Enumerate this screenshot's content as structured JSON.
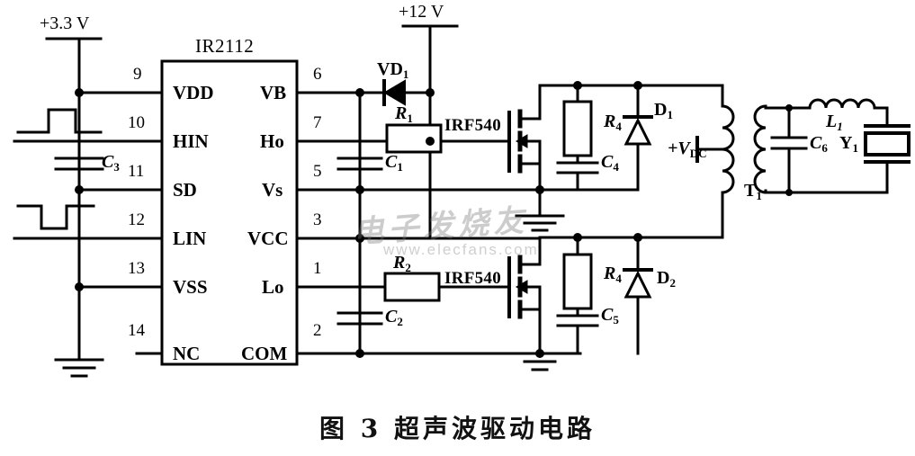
{
  "figure": {
    "caption": "图 3   超声波驱动电路",
    "title_cn": "超声波驱动电路",
    "number": "图 3"
  },
  "watermark": {
    "text_cn": "电子发烧友",
    "url": "www.elecfans.com"
  },
  "ic": {
    "name": "IR2112",
    "left_pins": [
      {
        "number": "9",
        "label": "VDD"
      },
      {
        "number": "10",
        "label": "HIN"
      },
      {
        "number": "11",
        "label": "SD"
      },
      {
        "number": "12",
        "label": "LIN"
      },
      {
        "number": "13",
        "label": "VSS"
      },
      {
        "number": "14",
        "label": "NC"
      }
    ],
    "right_pins": [
      {
        "number": "6",
        "label": "VB"
      },
      {
        "number": "7",
        "label": "Ho"
      },
      {
        "number": "5",
        "label": "Vs"
      },
      {
        "number": "3",
        "label": "VCC"
      },
      {
        "number": "1",
        "label": "Lo"
      },
      {
        "number": "2",
        "label": "COM"
      }
    ]
  },
  "rails": {
    "supply_33": "+3.3 V",
    "supply_12": "+12 V",
    "vdc": "+V",
    "vdc_sub": "DC"
  },
  "components": {
    "c3": "C",
    "c3_sub": "3",
    "c1": "C",
    "c1_sub": "1",
    "c2": "C",
    "c2_sub": "2",
    "c4": "C",
    "c4_sub": "4",
    "c5": "C",
    "c5_sub": "5",
    "c6": "C",
    "c6_sub": "6",
    "r1": "R",
    "r1_sub": "1",
    "r2": "R",
    "r2_sub": "2",
    "r4a": "R",
    "r4a_sub": "4",
    "r4b": "R",
    "r4b_sub": "4",
    "l1": "L",
    "l1_sub": "1",
    "vd1": "VD",
    "vd1_sub": "1",
    "d1": "D",
    "d1_sub": "1",
    "d2": "D",
    "d2_sub": "2",
    "t1": "T",
    "t1_sub": "1",
    "y1": "Y",
    "y1_sub": "1",
    "mosfet_high": "IRF540",
    "mosfet_low": "IRF540"
  },
  "colors": {
    "line": "#000000",
    "background": "#ffffff",
    "watermark": "#8a8a8a"
  }
}
